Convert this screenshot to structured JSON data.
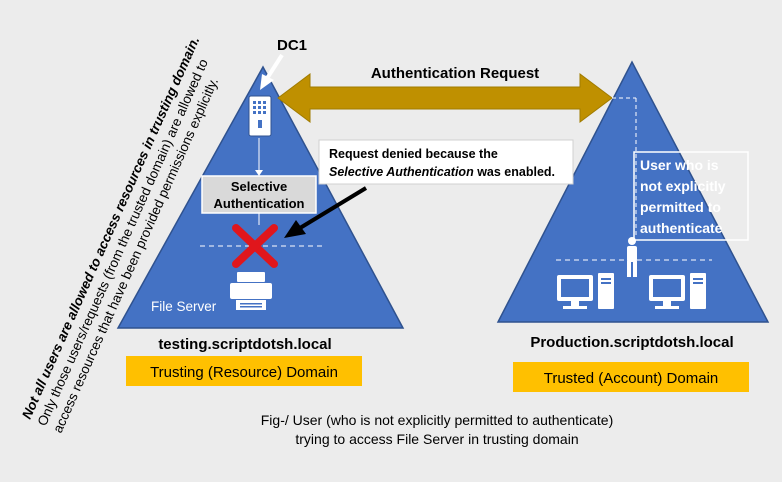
{
  "side_note": {
    "line1": "Not all users are allowed to access resources in trusting domain.",
    "line2": "Only those users/requests (from the trusted domain) are allowed to",
    "line3": "access resources that have been provided permissions explicitly."
  },
  "dc_label": "DC1",
  "auth_request": "Authentication Request",
  "denied": {
    "line1": "Request denied because the",
    "line2_italic": "Selective Authentication",
    "line2_rest": " was enabled."
  },
  "selective": {
    "line1": "Selective",
    "line2": "Authentication"
  },
  "file_server": "File Server",
  "user_note": {
    "line1": "User who is",
    "line2": "not explicitly",
    "line3": "permitted to",
    "line4": "authenticate"
  },
  "left_domain": {
    "name": "testing.scriptdotsh.local",
    "label": "Trusting (Resource) Domain"
  },
  "right_domain": {
    "name": "Production.scriptdotsh.local",
    "label": "Trusted (Account) Domain"
  },
  "caption": {
    "line1": "Fig-/ User (who is not explicitly permitted to authenticate)",
    "line2": "trying to access File Server in trusting domain"
  },
  "colors": {
    "triangle": "#4472c4",
    "triangle_stroke": "#2f528f",
    "arrow_fill": "#bf9000",
    "label_box": "#ffc000",
    "deny_x": "#e0161c"
  }
}
